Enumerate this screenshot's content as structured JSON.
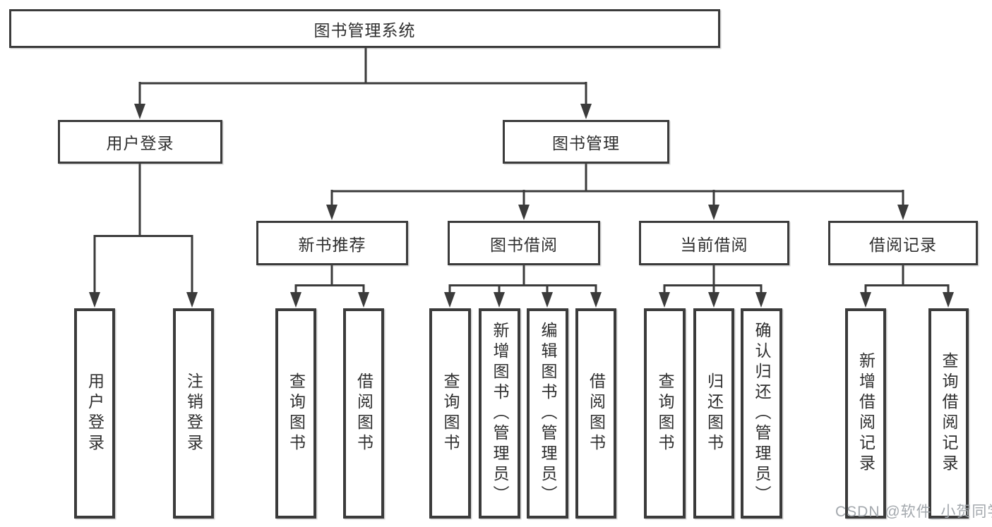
{
  "colors": {
    "line": "#3b3b3b",
    "box_border": "#3b3b3b",
    "text": "#2f2f2f",
    "watermark": "#a3a8ad"
  },
  "diagram": {
    "root": "图书管理系统",
    "level2": [
      "用户登录",
      "图书管理"
    ],
    "level3": [
      "新书推荐",
      "图书借阅",
      "当前借阅",
      "借阅记录"
    ],
    "leaves": {
      "user_login": [
        "用户登录",
        "注销登录"
      ],
      "new_book": [
        "查询图书",
        "借阅图书"
      ],
      "book_borrow": [
        "查询图书",
        "新增图书（管理员）",
        "编辑图书（管理员）",
        "借阅图书"
      ],
      "current_borrow": [
        "查询图书",
        "归还图书",
        "确认归还（管理员）"
      ],
      "borrow_record": [
        "新增借阅记录",
        "查询借阅记录"
      ]
    }
  },
  "watermark": "CSDN @软件_小贺同学"
}
